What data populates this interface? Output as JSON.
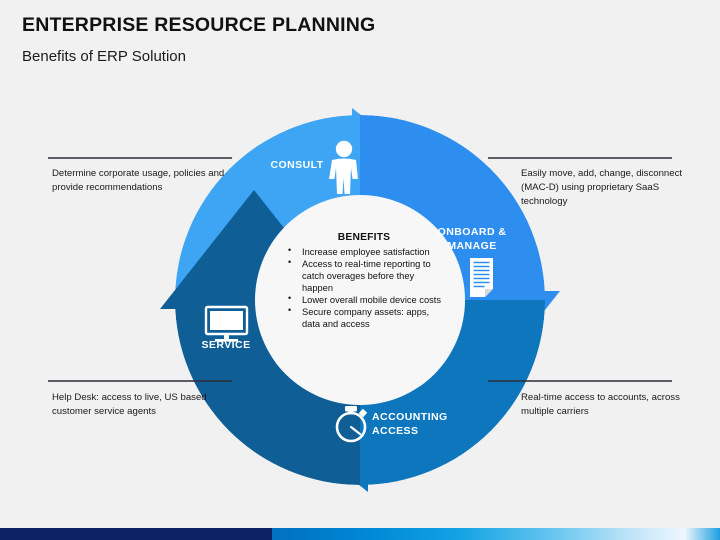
{
  "header": {
    "title": "ENTERPRISE RESOURCE PLANNING",
    "subtitle": "Benefits of ERP Solution"
  },
  "diagram": {
    "type": "cycle-4-segment",
    "segments": [
      {
        "id": "consult",
        "label": "CONSULT",
        "icon": "person-icon",
        "color": "#3da5f4",
        "position": "top-left"
      },
      {
        "id": "onboard",
        "label": "ONBOARD &\nMANAGE",
        "icon": "document-icon",
        "color": "#2e8ef0",
        "position": "top-right"
      },
      {
        "id": "accounting",
        "label": "ACCOUNTING\nACCESS",
        "icon": "stopwatch-icon",
        "color": "#0d76bd",
        "position": "bottom-right"
      },
      {
        "id": "service",
        "label": "SERVICE",
        "icon": "monitor-icon",
        "color": "#0f5e96",
        "position": "bottom-left"
      }
    ],
    "segment_labels": {
      "consult": "CONSULT",
      "onboard_line1": "ONBOARD &",
      "onboard_line2": "MANAGE",
      "accounting_line1": "ACCOUNTING",
      "accounting_line2": "ACCESS",
      "service": "SERVICE"
    }
  },
  "center": {
    "title": "BENEFITS",
    "items": [
      "Increase employee satisfaction",
      "Access to real-time reporting to catch overages before they happen",
      "Lower overall mobile device costs",
      "Secure company assets: apps, data and access"
    ]
  },
  "callouts": {
    "top_left": "Determine corporate usage, policies and provide recommendations",
    "top_right": "Easily move, add, change, disconnect (MAC-D) using proprietary SaaS technology",
    "bottom_left": "Help Desk: access to live, US based customer service agents",
    "bottom_right": "Real-time access to accounts, across multiple carriers"
  },
  "colors": {
    "background": "#f1f1f1",
    "consult": "#3da5f4",
    "onboard": "#2e8ef0",
    "accounting": "#0d76bd",
    "service": "#0f5e96",
    "center_circle": "#f7f7f7",
    "bar_navy": "#0b2265",
    "connector_line": "#2b2b38"
  }
}
